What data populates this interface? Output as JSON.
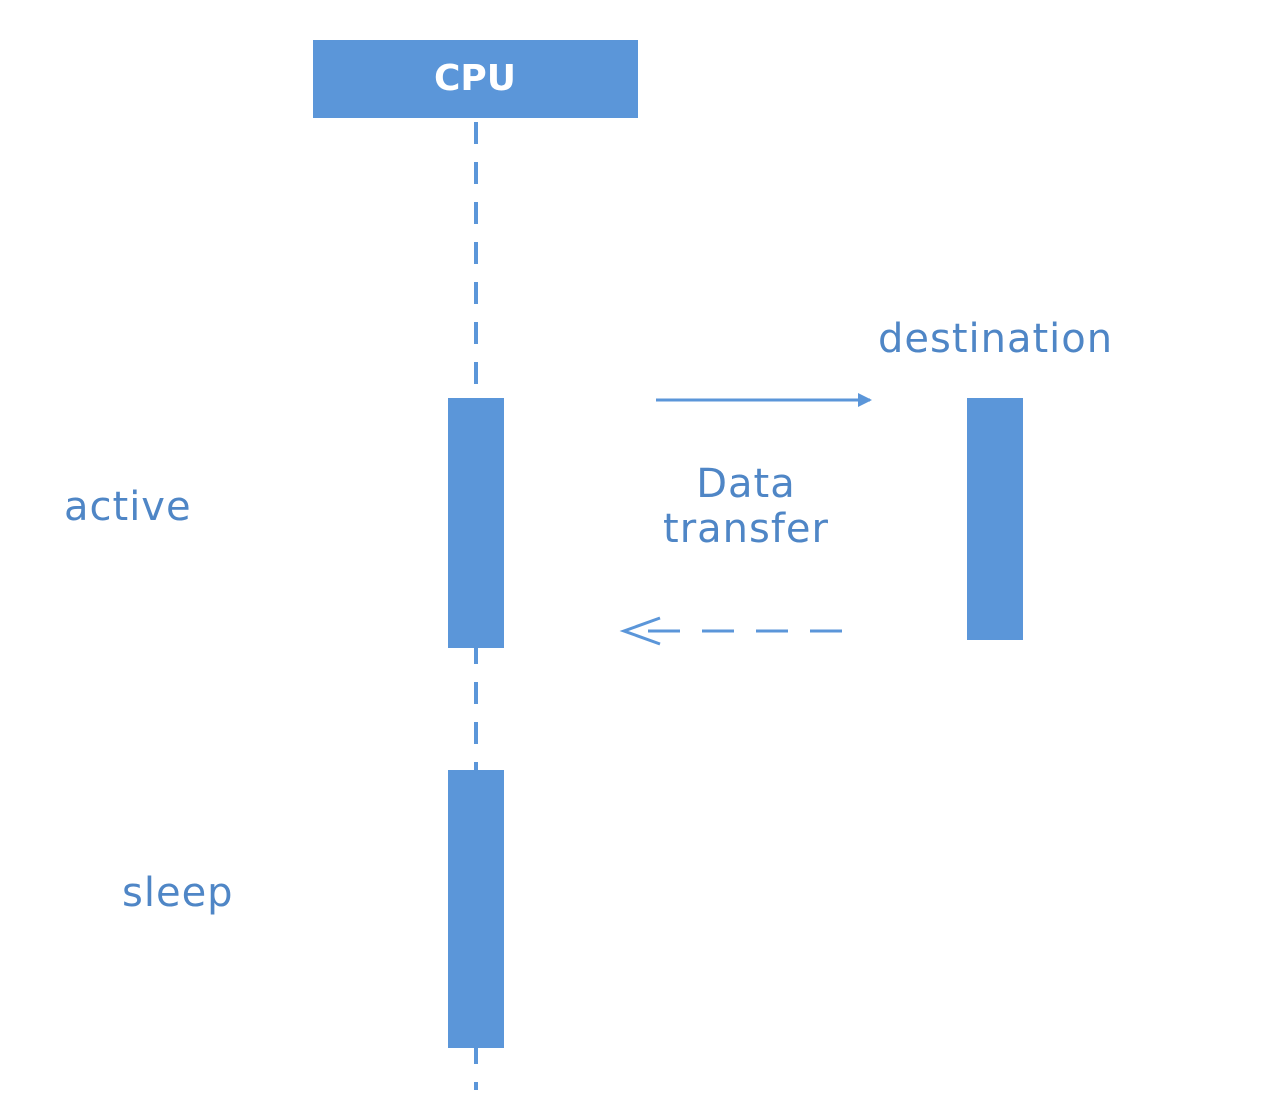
{
  "diagram": {
    "lifeline": {
      "label": "CPU"
    },
    "target": {
      "label": "destination"
    },
    "states": {
      "active": "active",
      "sleep": "sleep"
    },
    "message": {
      "line1": "Data",
      "line2": "transfer"
    }
  },
  "colors": {
    "accent": "#5b96d9",
    "text": "#4f86c6",
    "background": "#ffffff"
  }
}
